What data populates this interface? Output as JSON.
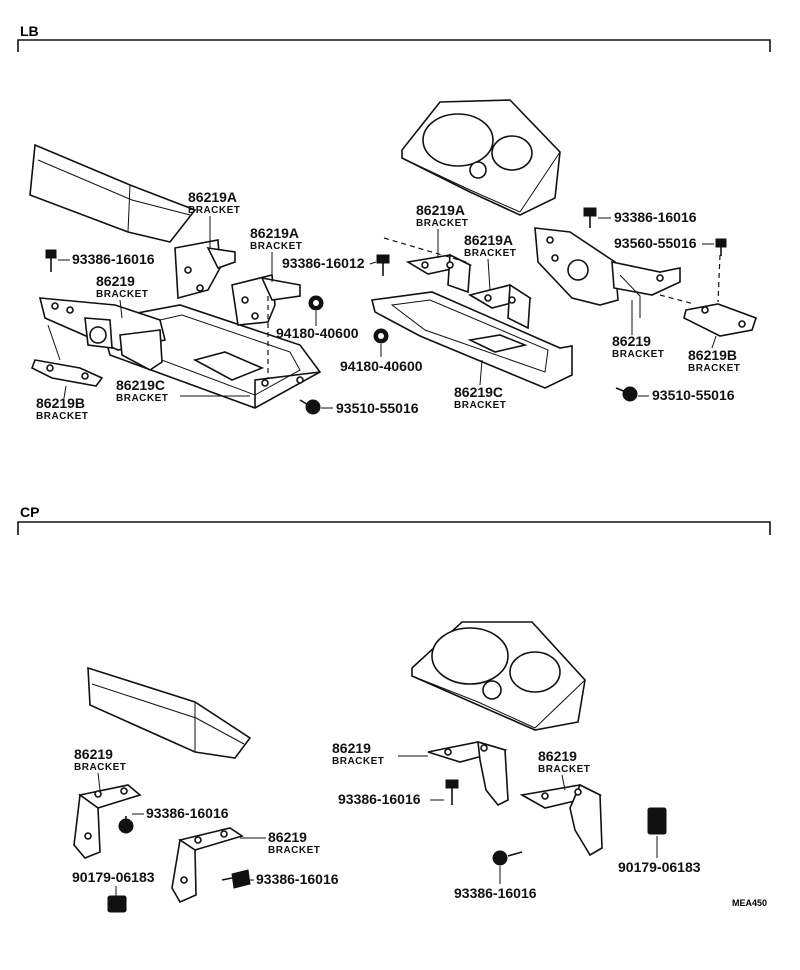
{
  "sections": [
    {
      "label": "LB"
    },
    {
      "label": "CP"
    }
  ],
  "callouts": {
    "lb_l_86219a": {
      "num": "86219A",
      "name": "BRACKET"
    },
    "lb_l_86219a_2": {
      "num": "86219A",
      "name": "BRACKET"
    },
    "lb_l_86219": {
      "num": "86219",
      "name": "BRACKET"
    },
    "lb_l_86219b": {
      "num": "86219B",
      "name": "BRACKET"
    },
    "lb_l_86219c": {
      "num": "86219C",
      "name": "BRACKET"
    },
    "lb_l_93386_16016": {
      "num": "93386-16016"
    },
    "lb_l_93386_16012": {
      "num": "93386-16012"
    },
    "lb_l_94180_40600": {
      "num": "94180-40600"
    },
    "lb_l_93510_55016": {
      "num": "93510-55016"
    },
    "lb_r_86219a": {
      "num": "86219A",
      "name": "BRACKET"
    },
    "lb_r_86219a_2": {
      "num": "86219A",
      "name": "BRACKET"
    },
    "lb_r_94180_40600": {
      "num": "94180-40600"
    },
    "lb_r_86219c": {
      "num": "86219C",
      "name": "BRACKET"
    },
    "lb_r_93386_16016": {
      "num": "93386-16016"
    },
    "lb_r_93560_55016": {
      "num": "93560-55016"
    },
    "lb_r_86219": {
      "num": "86219",
      "name": "BRACKET"
    },
    "lb_r_86219b": {
      "num": "86219B",
      "name": "BRACKET"
    },
    "lb_r_93510_55016": {
      "num": "93510-55016"
    },
    "cp_l_86219": {
      "num": "86219",
      "name": "BRACKET"
    },
    "cp_l_93386_16016": {
      "num": "93386-16016"
    },
    "cp_l_86219_2": {
      "num": "86219",
      "name": "BRACKET"
    },
    "cp_l_90179_06183": {
      "num": "90179-06183"
    },
    "cp_l_93386_16016_2": {
      "num": "93386-16016"
    },
    "cp_r_86219": {
      "num": "86219",
      "name": "BRACKET"
    },
    "cp_r_93386_16016": {
      "num": "93386-16016"
    },
    "cp_r_86219_2": {
      "num": "86219",
      "name": "BRACKET"
    },
    "cp_r_93386_16016_2": {
      "num": "93386-16016"
    },
    "cp_r_90179_06183": {
      "num": "90179-06183"
    }
  },
  "drawing_code": "MEA450"
}
